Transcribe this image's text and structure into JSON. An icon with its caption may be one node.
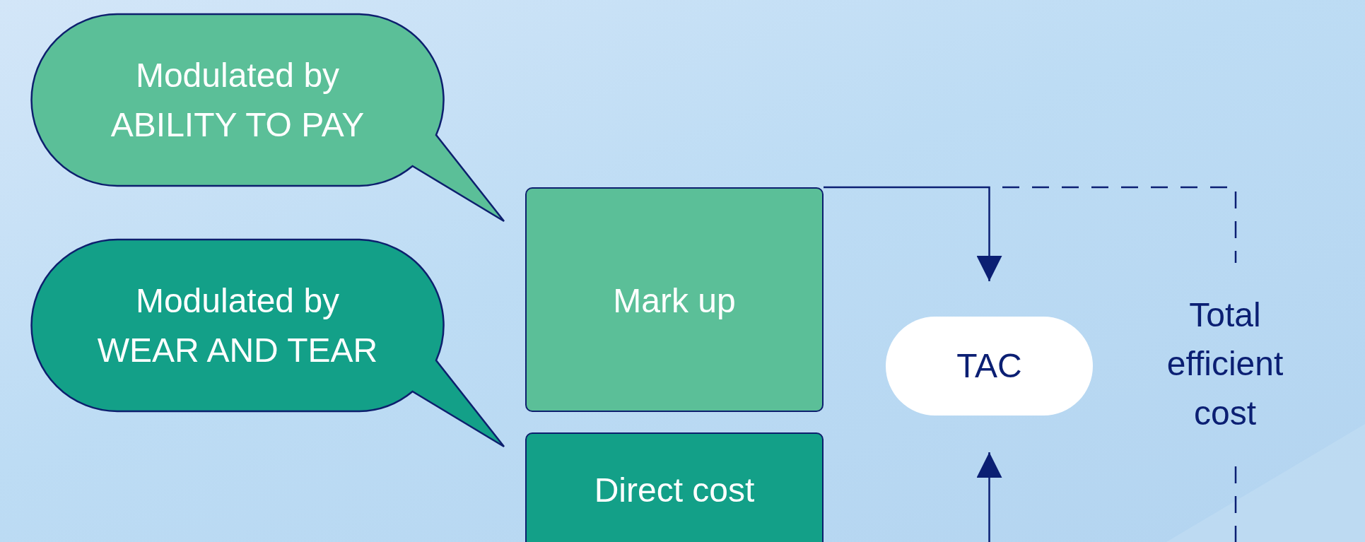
{
  "diagram": {
    "nodes": [
      {
        "text": [
          "Modulated by ABILITY TO PAY"
        ]
      },
      {
        "text": [
          "Modulated by WEAR AND TEAR"
        ]
      },
      {
        "text": [
          "Mark up"
        ]
      },
      {
        "text": [
          "Direct cost"
        ]
      },
      {
        "text": [
          "TAC"
        ]
      }
    ],
    "edges": [
      {
        "from": 2,
        "to": 4,
        "arrow": "to"
      },
      {
        "from": null,
        "to": 4,
        "arrow": "to"
      }
    ],
    "labels": [
      "Total efficient cost"
    ]
  }
}
